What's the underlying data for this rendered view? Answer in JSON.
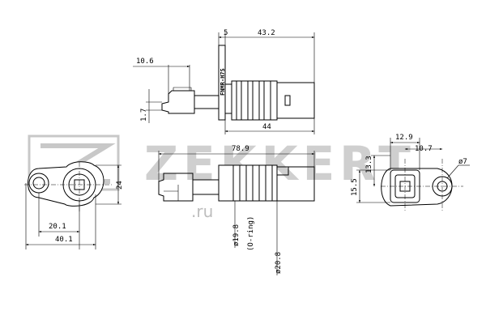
{
  "watermark": {
    "brand": "ZEKKERT",
    "site": ".ru",
    "icon": "zekkert-logo-icon"
  },
  "part_marking": "FNMR-H7S",
  "top_view": {
    "dims": {
      "d5": "5",
      "d43_2": "43.2",
      "d10_6": "10.6",
      "d1_7": "1.7",
      "d44": "44"
    }
  },
  "side_view": {
    "dims": {
      "d78_9": "78.9",
      "d19_8": "ø19.8",
      "oring": "(O-ring)",
      "d20_8": "ø20.8"
    }
  },
  "flange_view": {
    "dims": {
      "d24": "24",
      "d20_1": "20.1",
      "d40_1": "40.1"
    }
  },
  "connector_view": {
    "dims": {
      "d12_9": "12.9",
      "d10_7": "10.7",
      "d13_3": "13.3",
      "d15_5": "15.5",
      "d7": "ø7"
    }
  }
}
